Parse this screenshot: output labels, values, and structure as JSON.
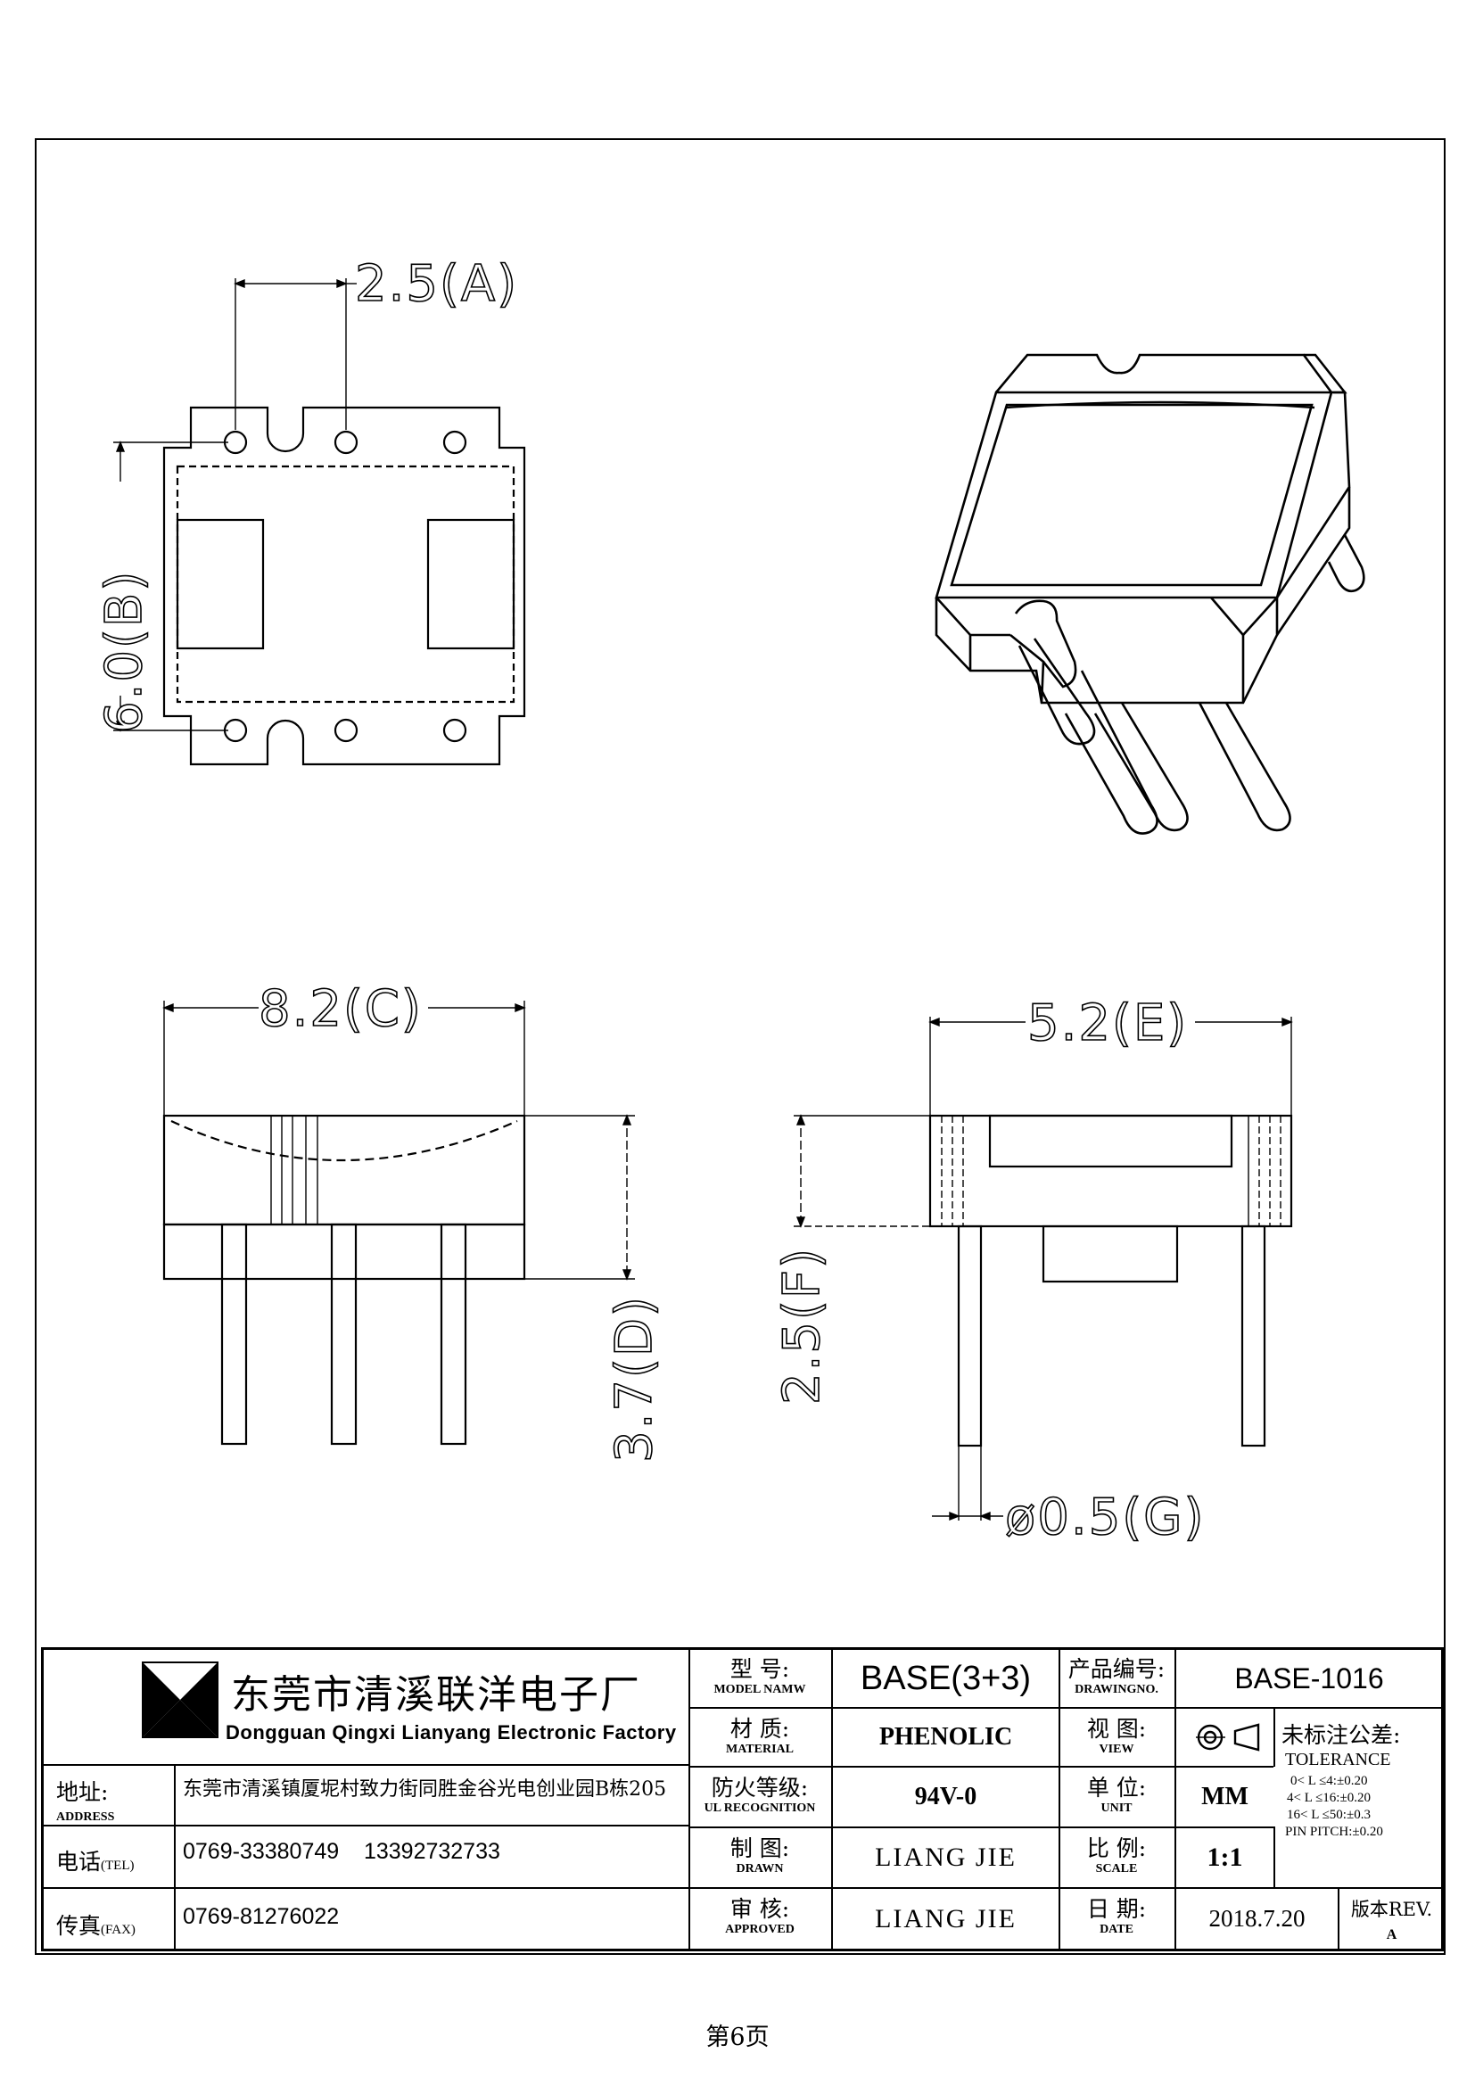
{
  "dimensions": {
    "a": "2.5(A)",
    "b": "6.0(B)",
    "c": "8.2(C)",
    "d": "3.7(D)",
    "e": "5.2(E)",
    "f": "2.5(F)",
    "g": "ø0.5(G)"
  },
  "company": {
    "name_cn": "东莞市清溪联洋电子厂",
    "name_en": "Dongguan Qingxi Lianyang Electronic Factory"
  },
  "contact": {
    "address_label_cn": "地址:",
    "address_label_en": "ADDRESS",
    "address": "东莞市清溪镇厦坭村致力街同胜金谷光电创业园B栋205",
    "tel_label_cn": "电话",
    "tel_label_en": "(TEL)",
    "tel": "0769-33380749    13392732733",
    "fax_label_cn": "传真",
    "fax_label_en": "(FAX)",
    "fax": "0769-81276022"
  },
  "fields": {
    "model_label_cn": "型  号:",
    "model_label_en": "MODEL NAMW",
    "model": "BASE(3+3)",
    "material_label_cn": "材  质:",
    "material_label_en": "MATERIAL",
    "material": "PHENOLIC",
    "ul_label_cn": "防火等级:",
    "ul_label_en": "UL RECOGNITION",
    "ul": "94V-0",
    "drawn_label_cn": "制  图:",
    "drawn_label_en": "DRAWN",
    "drawn": "LIANG JIE",
    "approved_label_cn": "审  核:",
    "approved_label_en": "APPROVED",
    "approved": "LIANG JIE",
    "drawingno_label_cn": "产品编号:",
    "drawingno_label_en": "DRAWINGNO.",
    "drawingno": "BASE-1016",
    "view_label_cn": "视  图:",
    "view_label_en": "VIEW",
    "unit_label_cn": "单  位:",
    "unit_label_en": "UNIT",
    "unit": "MM",
    "scale_label_cn": "比  例:",
    "scale_label_en": "SCALE",
    "scale": "1:1",
    "date_label_cn": "日  期:",
    "date_label_en": "DATE",
    "date": "2018.7.20",
    "rev_label": "版本REV.",
    "rev": "A"
  },
  "tolerance": {
    "title_cn": "未标注公差:",
    "title_en": "TOLERANCE",
    "lines": [
      "0< L ≤4:±0.20",
      "4< L ≤16:±0.20",
      "16< L ≤50:±0.3",
      "PIN PITCH:±0.20"
    ]
  },
  "footer": {
    "page": "第6页"
  }
}
